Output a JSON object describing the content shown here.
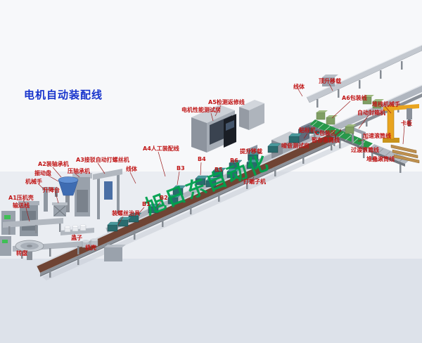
{
  "title": {
    "text": "电机自动装配线"
  },
  "watermark": {
    "text": "旭日东自动化"
  },
  "colors": {
    "title": "#1733cc",
    "label": "#c01515",
    "watermark": "#00a14e",
    "belt": "#6f4434",
    "line_frame": "#b0b6bf",
    "pallet": "#2a6b6e",
    "green_conveyor": "#27984a",
    "robot_yellow": "#e8a41f",
    "test_room_panel": "#3a4350"
  },
  "labels": {
    "a1_press": {
      "text": "A1压机壳"
    },
    "conveyor": {
      "text": "输送线"
    },
    "turntable": {
      "text": "转盘"
    },
    "covers": {
      "text": "盖子"
    },
    "casing": {
      "text": "机壳"
    },
    "a2_bearing": {
      "text": "A2装轴承机"
    },
    "vibration_bowl": {
      "text": "振动盘"
    },
    "bearing_press": {
      "text": "压轴承机"
    },
    "robot_hand": {
      "text": "机械手"
    },
    "lift_table": {
      "text": "升降台"
    },
    "a3_screw": {
      "text": "A3接驳自动打螺丝机"
    },
    "screw_jig": {
      "text": "装螺丝治具"
    },
    "a4_manual": {
      "text": "A4人工装配线"
    },
    "line_body_mid": {
      "text": "线体"
    },
    "b1": {
      "text": "B1"
    },
    "b2": {
      "text": "B2"
    },
    "b3": {
      "text": "B3"
    },
    "b4": {
      "text": "B4"
    },
    "b5": {
      "text": "B5"
    },
    "b6": {
      "text": "B6"
    },
    "terminal_machine": {
      "text": "打端子机"
    },
    "lift_transfer": {
      "text": "提升移载"
    },
    "a5_line": {
      "text": "A5检测返修线"
    },
    "motor_test_room": {
      "text": "电机性能测试房"
    },
    "noise_test_room": {
      "text": "噪音测试房"
    },
    "labeler": {
      "text": "贴标机"
    },
    "line_body_top": {
      "text": "线体"
    },
    "top_lift_transfer": {
      "text": "顶升移载"
    },
    "a6_packing": {
      "text": "A6包装线"
    },
    "c_packing_area": {
      "text": "C包装区"
    },
    "buffer_roller": {
      "text": "暂存滚筒线"
    },
    "speed_roller": {
      "text": "加速滚筒线"
    },
    "transition_roller": {
      "text": "过渡滚筒线"
    },
    "stack_roller": {
      "text": "堆叠滚筒线"
    },
    "case_sealer": {
      "text": "自动封箱机"
    },
    "stacking_robot": {
      "text": "堆栈机械手"
    },
    "pallet_board": {
      "text": "卡板"
    }
  }
}
